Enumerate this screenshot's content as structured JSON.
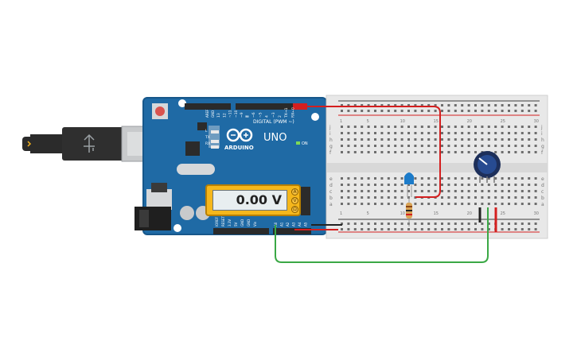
{
  "board": {
    "brand": "ARDUINO",
    "model": "UNO",
    "on_label": "ON",
    "digital_header_label": "DIGITAL (PWM ~)",
    "aref_label": "AREF",
    "gnd_label": "GND",
    "digital_pins": [
      "13",
      "12",
      "~11",
      "~10",
      "~9",
      "8",
      "7",
      "~6",
      "~5",
      "4",
      "~3",
      "2",
      "TX→1",
      "RX←0"
    ],
    "led_labels": [
      "L",
      "TX",
      "RX"
    ],
    "power_pins": [
      "IOREF",
      "RESET",
      "3.3V",
      "5V",
      "GND",
      "GND",
      "Vin"
    ],
    "analog_pins": [
      "A0",
      "A1",
      "A2",
      "A3",
      "A4",
      "A5"
    ]
  },
  "multimeter": {
    "reading": "0.00 V",
    "buttons": [
      "A",
      "V",
      "Ω"
    ]
  },
  "breadboard": {
    "row_letters_top": [
      "j",
      "i",
      "h",
      "g",
      "f"
    ],
    "row_letters_bottom": [
      "e",
      "d",
      "c",
      "b",
      "a"
    ],
    "column_numbers": [
      "1",
      "5",
      "10",
      "15",
      "20",
      "25",
      "30"
    ]
  },
  "colors": {
    "board_blue": "#1f6aa5",
    "wire_red": "#d41f1f",
    "wire_green": "#3aa845",
    "wire_black": "#222222",
    "meter_yellow": "#f5b71c"
  },
  "icons": [
    "usb-cable-icon",
    "reset-button-icon",
    "power-jack-icon",
    "potentiometer-icon",
    "led-icon",
    "resistor-icon",
    "arduino-logo-icon"
  ]
}
